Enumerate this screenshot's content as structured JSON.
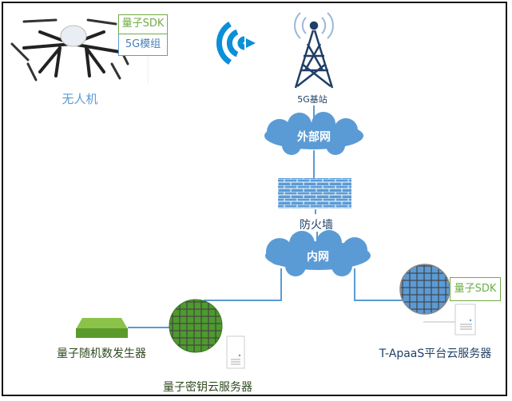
{
  "nodes": {
    "drone": {
      "label": "无人机"
    },
    "drone_sdk": "量子SDK",
    "drone_module": "5G模组",
    "base_station": {
      "label": "5G基站"
    },
    "external_net": {
      "label": "外部网"
    },
    "firewall": {
      "label": "防火墙"
    },
    "internal_net": {
      "label": "内网"
    },
    "qrng": {
      "label": "量子随机数发生器"
    },
    "key_server": {
      "label": "量子密钥云服务器"
    },
    "platform_server": {
      "label": "T-ApaaS平台云服务器",
      "sdk": "量子SDK"
    }
  },
  "colors": {
    "blue": "#5b9bd5",
    "green": "#70ad47",
    "wifi": "#0a8fd8",
    "dark_blue": "#1f3f66",
    "dark_green": "#2f4a1f"
  }
}
